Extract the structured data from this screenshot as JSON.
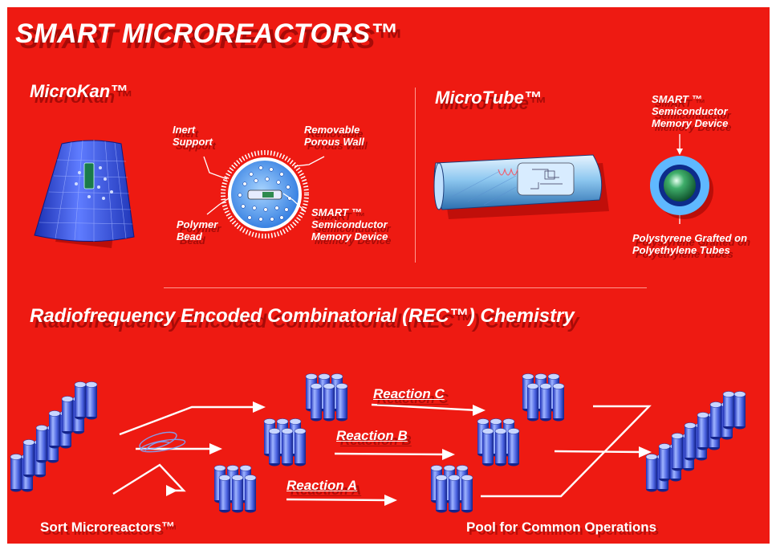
{
  "title": "SMART MICROREACTORS™",
  "microkan": {
    "heading": "MicroKan™",
    "inert_support": [
      "Inert",
      "Support"
    ],
    "removable_wall": [
      "Removable",
      "Porous Wall"
    ],
    "polymer_bead": [
      "Polymer",
      "Bead"
    ],
    "smart_device": [
      "SMART ™",
      "Semiconductor",
      "Memory Device"
    ]
  },
  "microtube": {
    "heading": "MicroTube™",
    "smart_device": [
      "SMART ™",
      "Semiconductor",
      "Memory Device"
    ],
    "polystyrene": [
      "Polystyrene Grafted on",
      "Polyethylene Tubes"
    ]
  },
  "rec_heading": "Radiofrequency Encoded Combinatorial (REC™) Chemistry",
  "reactions": {
    "a": "Reaction A",
    "b": "Reaction B",
    "c": "Reaction C"
  },
  "sort_label": "Sort Microreactors™",
  "pool_label": "Pool for Common Operations",
  "colors": {
    "background": "#ee1a12",
    "shadow": "#6e0000",
    "tube_blue": "#4a62e0",
    "text": "#ffffff"
  }
}
